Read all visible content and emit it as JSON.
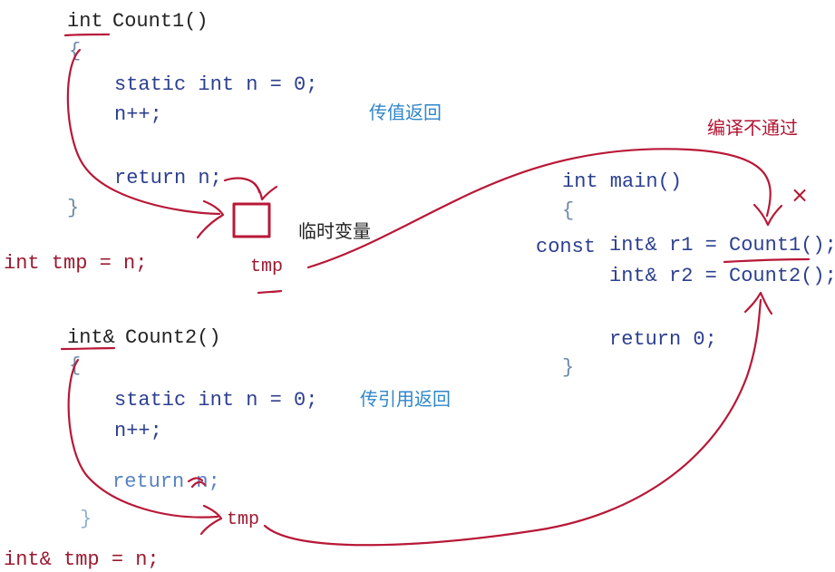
{
  "function1": {
    "return_type": "int",
    "name": "Count1()",
    "open_brace": "{",
    "line1": "static int n = 0;",
    "line2": "n++;",
    "line3": "return n;",
    "close_brace": "}",
    "note": "传值返回"
  },
  "temp1": {
    "code": "int tmp = n;",
    "label": "临时变量",
    "tmp_label": "tmp"
  },
  "function2": {
    "return_type": "int&",
    "name": "Count2()",
    "open_brace": "{",
    "line1": "static int n = 0;",
    "line2": "n++;",
    "line3": "return n;",
    "close_brace": "}",
    "note": "传引用返回",
    "tmp_label": "tmp",
    "tmp_code": "int& tmp = n;"
  },
  "main_function": {
    "signature": "int main()",
    "open_brace": "{",
    "const_kw": "const",
    "line1": "int& r1 = Count1();",
    "line2": "int& r2 = Count2();",
    "return_line": "return 0;",
    "close_brace": "}",
    "compile_note": "编译不通过",
    "mark": "×"
  },
  "colors": {
    "code": "#2c3f8f",
    "annotation_red": "#b21330",
    "note_blue": "#2f86c8"
  }
}
